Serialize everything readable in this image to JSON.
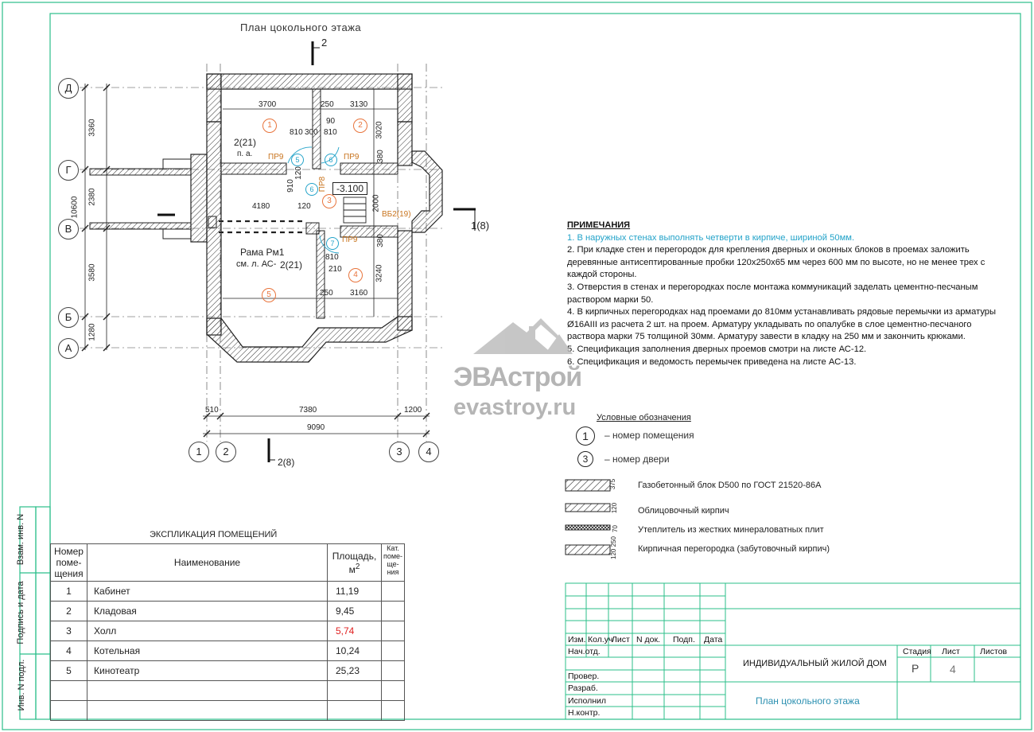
{
  "plan": {
    "title": "План цокольного этажа",
    "section_top": "2",
    "section_right": "1(8)",
    "section_bottom": "2(8)",
    "axes_rows": [
      "Д",
      "Г",
      "В",
      "Б",
      "А"
    ],
    "axes_cols": [
      "1",
      "2",
      "3",
      "4"
    ],
    "dims_left": [
      "3360",
      "2380",
      "10600",
      "3580",
      "1280"
    ],
    "dims_bottom": [
      "510",
      "7380",
      "1200",
      "9090"
    ],
    "dims_inner": [
      "3700",
      "250",
      "3130",
      "810",
      "300",
      "810",
      "90",
      "3020",
      "380",
      "4180",
      "120",
      "2000",
      "380",
      "810",
      "210",
      "3240",
      "250",
      "3160",
      "910",
      "120"
    ],
    "rooms": [
      "1",
      "2",
      "3",
      "4",
      "5"
    ],
    "doors": [
      "5",
      "6",
      "6",
      "7"
    ],
    "door_marks": [
      "ПР9",
      "ПР9",
      "ПР8",
      "ПР9"
    ],
    "level": "-3.100",
    "lintel": "ВБ2(19)",
    "callout_a": "2(21)",
    "callout_a_sub": "п. а.",
    "callout_b": "2(21)",
    "frame_label": "Рама Рм1",
    "frame_ref": "см. л. АС-"
  },
  "notes": {
    "header": "ПРИМЕЧАНИЯ",
    "items": [
      "1. В наружных стенах выполнять четверти в кирпиче, шириной 50мм.",
      "2. При кладке стен и перегородок для крепления дверных и оконных блоков в проемах заложить деревянные антисептированные пробки 120х250х65 мм через 600 мм по высоте, но не менее трех с каждой стороны.",
      "3. Отверстия в стенах и перегородках после монтажа коммуникаций заделать цементно-песчаным раствором марки 50.",
      "4. В кирпичных перегородках над проемами до 810мм устанавливать рядовые перемычки из арматуры Ø16АIII из расчета 2 шт. на проем. Арматуру укладывать по опалубке в слое цементно-песчаного раствора марки 75 толщиной 30мм. Арматуру завести в кладку на 250 мм и закончить крюками.",
      "5. Спецификация заполнения дверных проемов смотри на листе АС-12.",
      "6. Спецификация и ведомость перемычек приведена на листе АС-13."
    ]
  },
  "watermark": {
    "brand": "ЭВАстрой",
    "site": "evastroy.ru"
  },
  "legend": {
    "title": "Условные обозначения",
    "room_symbol": "1",
    "room_label": "– номер помещения",
    "door_symbol": "3",
    "door_label": "– номер двери",
    "materials": [
      {
        "dim": "375",
        "label": "Газобетонный блок D500 по ГОСТ 21520-86А"
      },
      {
        "dim": "120",
        "label": "Облицовочный кирпич"
      },
      {
        "dim": "70",
        "label": "Утеплитель из жестких минераловатных плит"
      },
      {
        "dim": "120 250",
        "label": "Кирпичная перегородка (забутовочный кирпич)"
      }
    ]
  },
  "explication": {
    "title": "ЭКСПЛИКАЦИЯ ПОМЕЩЕНИЙ",
    "headers": {
      "num": "Номер поме- щения",
      "name": "Наименование",
      "area": "Площадь, м",
      "area_sup": "2",
      "cat": "Кат. поме- ще- ния"
    },
    "rows": [
      {
        "num": "1",
        "name": "Кабинет",
        "area": "11,19"
      },
      {
        "num": "2",
        "name": "Кладовая",
        "area": "9,45"
      },
      {
        "num": "3",
        "name": "Холл",
        "area": "5,74"
      },
      {
        "num": "4",
        "name": "Котельная",
        "area": "10,24"
      },
      {
        "num": "5",
        "name": "Кинотеатр",
        "area": "25,23"
      }
    ],
    "highlight_color": "#e02020"
  },
  "side_stamps": [
    "Взам. инв. N",
    "Подпись и дата",
    "Инв. N подл."
  ],
  "title_block": {
    "cols": [
      "Изм.",
      "Кол.уч",
      "Лист",
      "N док.",
      "Подп.",
      "Дата"
    ],
    "roles": [
      "Нач.отд.",
      "Провер.",
      "Разраб.",
      "Исполнил",
      "Н.контр."
    ],
    "project": "ИНДИВИДУАЛЬНЫЙ ЖИЛОЙ ДОМ",
    "sheet_title": "План цокольного этажа",
    "stage_label": "Стадия",
    "sheet_label": "Лист",
    "sheets_label": "Листов",
    "stage": "Р",
    "sheet": "4",
    "sheets": ""
  },
  "colors": {
    "frame": "#2bbf8a",
    "accent": "#23a3c9",
    "door_mark": "#c8741e",
    "room_marker": "#e8743c"
  }
}
